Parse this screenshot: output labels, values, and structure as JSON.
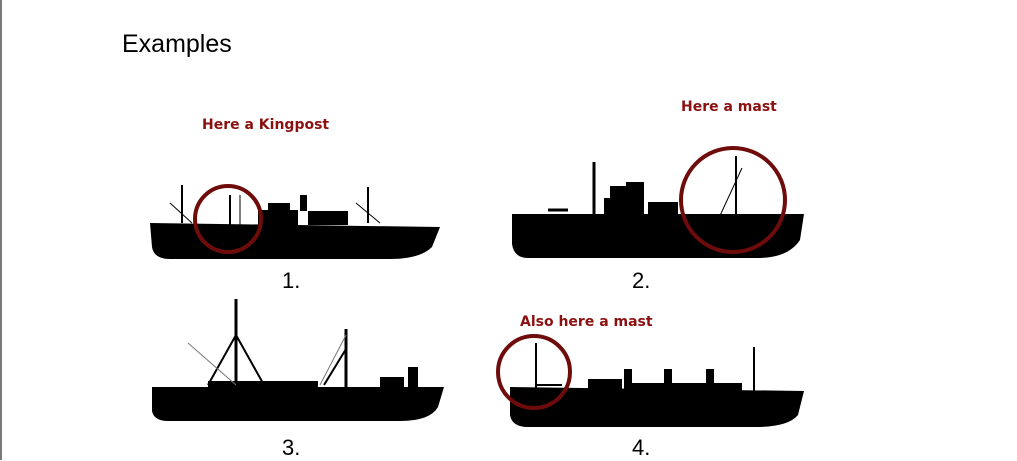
{
  "page": {
    "title": "Examples"
  },
  "examples": [
    {
      "number": "1.",
      "note": "Here a Kingpost"
    },
    {
      "number": "2.",
      "note": "Here a mast"
    },
    {
      "number": "3.",
      "note": ""
    },
    {
      "number": "4.",
      "note": "Also here a mast"
    }
  ],
  "colors": {
    "annotation": "#8b1010",
    "circle": "#6e0b0b",
    "silhouette": "#000000"
  },
  "icons": [
    "ship-silhouette-1",
    "ship-silhouette-2",
    "ship-silhouette-3",
    "ship-silhouette-4",
    "highlight-circle"
  ]
}
